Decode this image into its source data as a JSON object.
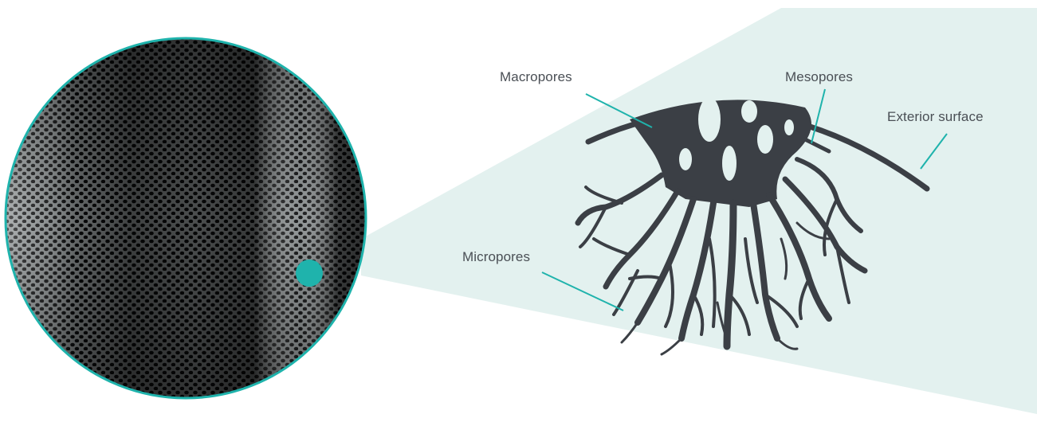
{
  "labels": {
    "macropores": "Macropores",
    "mesopores": "Mesopores",
    "exterior_surface": "Exterior surface",
    "micropores": "Micropores"
  },
  "colors": {
    "teal_accent": "#1fb3ac",
    "zoom_wedge": "#e3f1ef",
    "pore_structure": "#3b3f45",
    "label_text": "#4a4f55",
    "magnified_surface": "#1e2022"
  },
  "icons": {
    "magnifier_marker": "teal-dot",
    "magnified_image": "perforated-carbon-surface"
  }
}
